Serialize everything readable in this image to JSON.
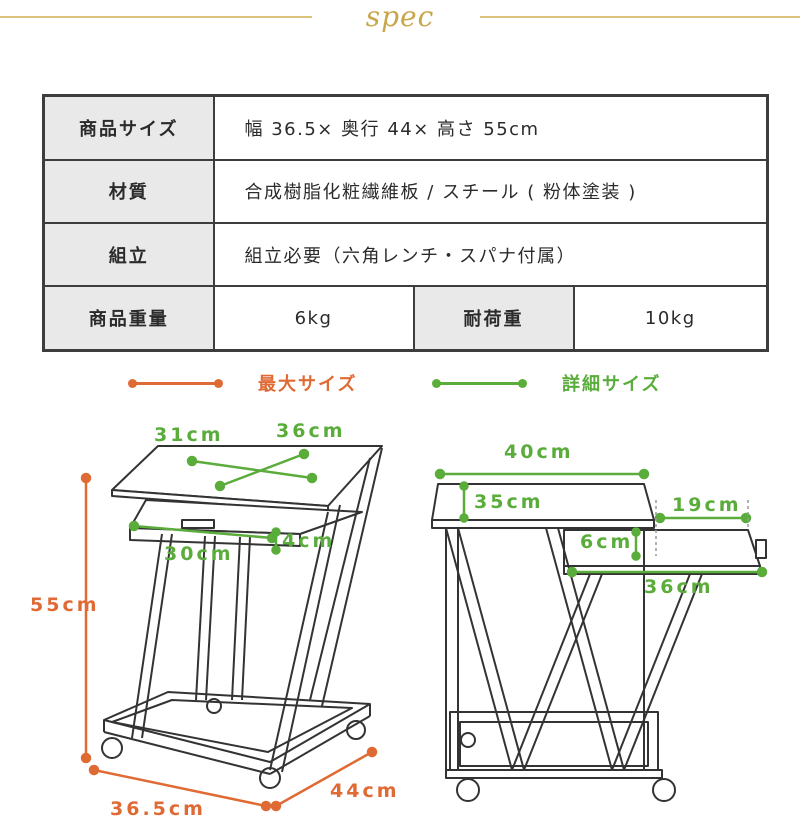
{
  "header": {
    "title": "spec"
  },
  "spec_table": {
    "rows": [
      {
        "label": "商品サイズ",
        "value": "幅 36.5× 奥行 44× 高さ 55cm"
      },
      {
        "label": "材質",
        "value": "合成樹脂化粧繊維板 / スチール ( 粉体塗装 )"
      },
      {
        "label": "組立",
        "value": "組立必要（六角レンチ・スパナ付属）"
      }
    ],
    "weight_row": {
      "label": "商品重量",
      "value": "6kg",
      "label2": "耐荷重",
      "value2": "10kg"
    }
  },
  "legend": {
    "max_size": {
      "label": "最大サイズ",
      "color": "#e06a34"
    },
    "detail_size": {
      "label": "詳細サイズ",
      "color": "#5aac3b"
    }
  },
  "diagram_left": {
    "labels": {
      "depth_top": "31cm",
      "width_top": "36cm",
      "tray_width": "30cm",
      "tray_height": "4cm",
      "height": "55cm",
      "width": "36.5cm",
      "depth": "44cm"
    }
  },
  "diagram_right": {
    "labels": {
      "top_width": "40cm",
      "top_depth": "35cm",
      "tray_extend": "19cm",
      "tray_height": "6cm",
      "tray_width": "36cm"
    }
  }
}
